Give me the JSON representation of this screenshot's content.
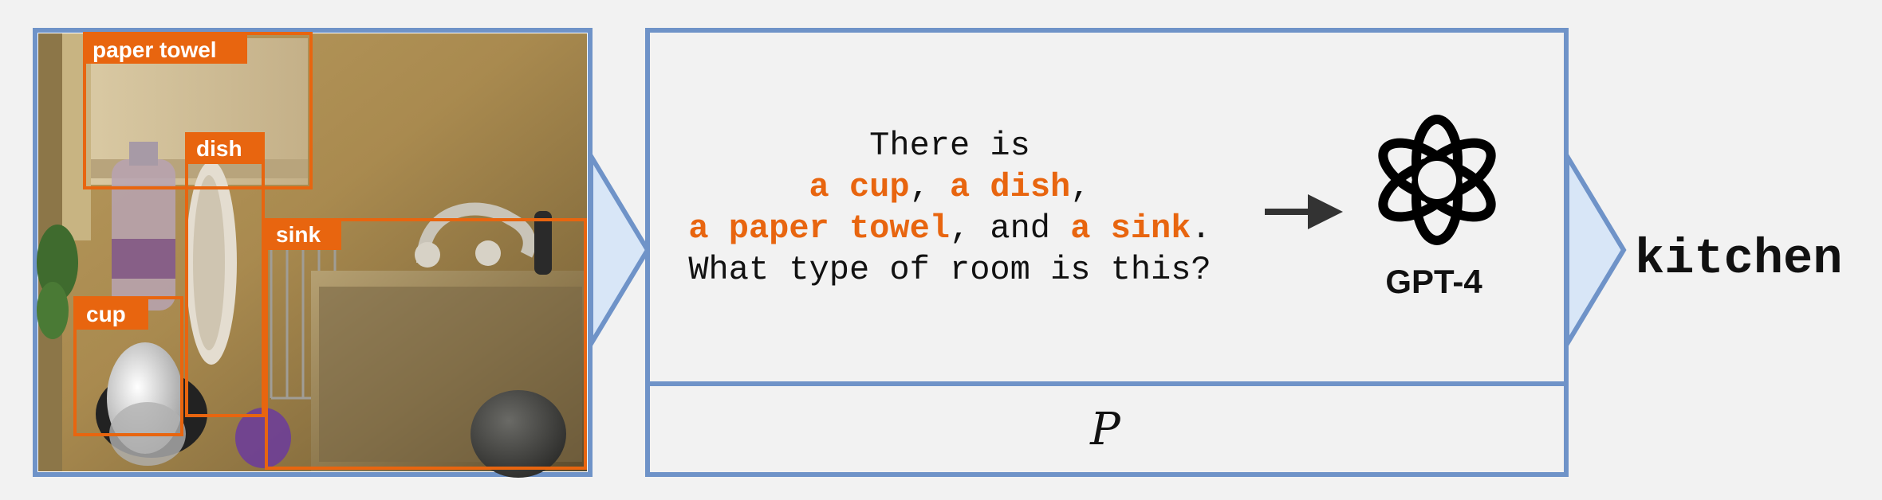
{
  "colors": {
    "background": "#f2f2f2",
    "frame_blue": "#6f93c8",
    "arrow_fill": "#d8e6f7",
    "object_orange": "#e8650f",
    "text_black": "#111111"
  },
  "scene_image": {
    "description_icon": "kitchen-photo",
    "labels": {
      "paper_towel": "paper towel",
      "dish": "dish",
      "sink": "sink",
      "cup": "cup"
    }
  },
  "prompt": {
    "line1": "There is",
    "line2_obj1": "a cup",
    "line2_sep": ", ",
    "line2_obj2": "a dish",
    "line2_end": ",",
    "line3_obj1": "a paper towel",
    "line3_mid": ", and ",
    "line3_obj2": "a sink",
    "line3_end": ".",
    "line4": "What type of room is this?"
  },
  "model": {
    "icon": "openai-logo-icon",
    "label": "GPT-4"
  },
  "prompt_symbol": "P",
  "output": {
    "label": "kitchen"
  }
}
